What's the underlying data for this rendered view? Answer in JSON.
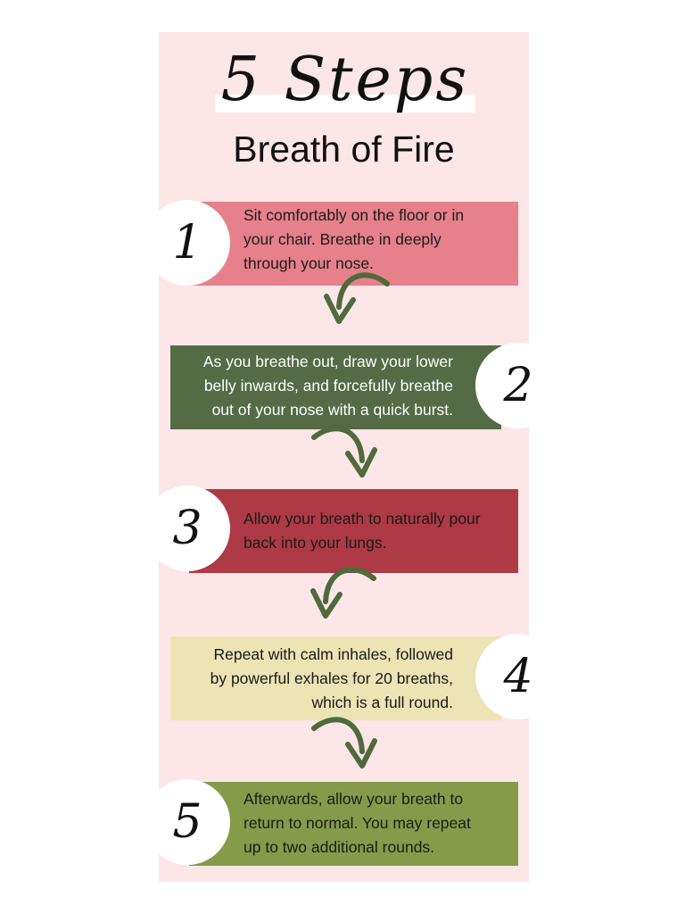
{
  "title": {
    "script": "5 Steps",
    "subtitle": "Breath of Fire"
  },
  "steps": [
    {
      "number": "1",
      "color": "#e6808a",
      "text_color": "#1a1a1a",
      "lines": [
        "Sit comfortably on the floor or in",
        "your chair. Breathe in deeply",
        "through your nose."
      ]
    },
    {
      "number": "2",
      "color": "#546b45",
      "text_color": "#ffffff",
      "lines": [
        "As you breathe out, draw your lower",
        "belly inwards, and forcefully breathe",
        "out of your nose with a quick burst."
      ]
    },
    {
      "number": "3",
      "color": "#ad3a44",
      "text_color": "#1a1a1a",
      "lines": [
        "Allow your breath to naturally pour",
        "back into your lungs."
      ]
    },
    {
      "number": "4",
      "color": "#ece4b4",
      "text_color": "#1a1a1a",
      "lines": [
        "Repeat with calm inhales, followed",
        "by powerful exhales for 20 breaths,",
        "which is a full round."
      ]
    },
    {
      "number": "5",
      "color": "#869b4a",
      "text_color": "#1a1a1a",
      "lines": [
        "Afterwards, allow your breath to",
        "return to normal. You may repeat",
        "up to two additional rounds."
      ]
    }
  ],
  "colors": {
    "card_background": "#fce6e7",
    "arrow": "#4f6a3c"
  },
  "icons": [
    "curved-arrow-down-icon"
  ]
}
